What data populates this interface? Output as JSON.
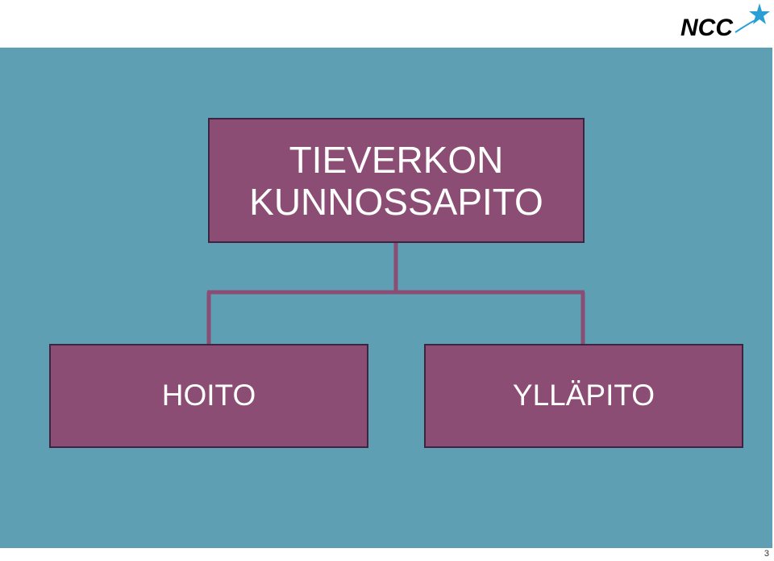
{
  "logo": {
    "text": "NCC",
    "text_color": "#000000",
    "star_color": "#2a9fd6"
  },
  "colors": {
    "background": "#5e9fb3",
    "box_fill": "#8b4d73",
    "box_border": "#3d2440",
    "connector": "#8b4d73",
    "text": "#ffffff"
  },
  "diagram": {
    "root": {
      "line1": "TIEVERKON",
      "line2": "KUNNOSSAPITO"
    },
    "children": [
      {
        "label": "HOITO"
      },
      {
        "label": "YLLÄPITO"
      }
    ]
  },
  "footer": {
    "page_number": "3"
  }
}
